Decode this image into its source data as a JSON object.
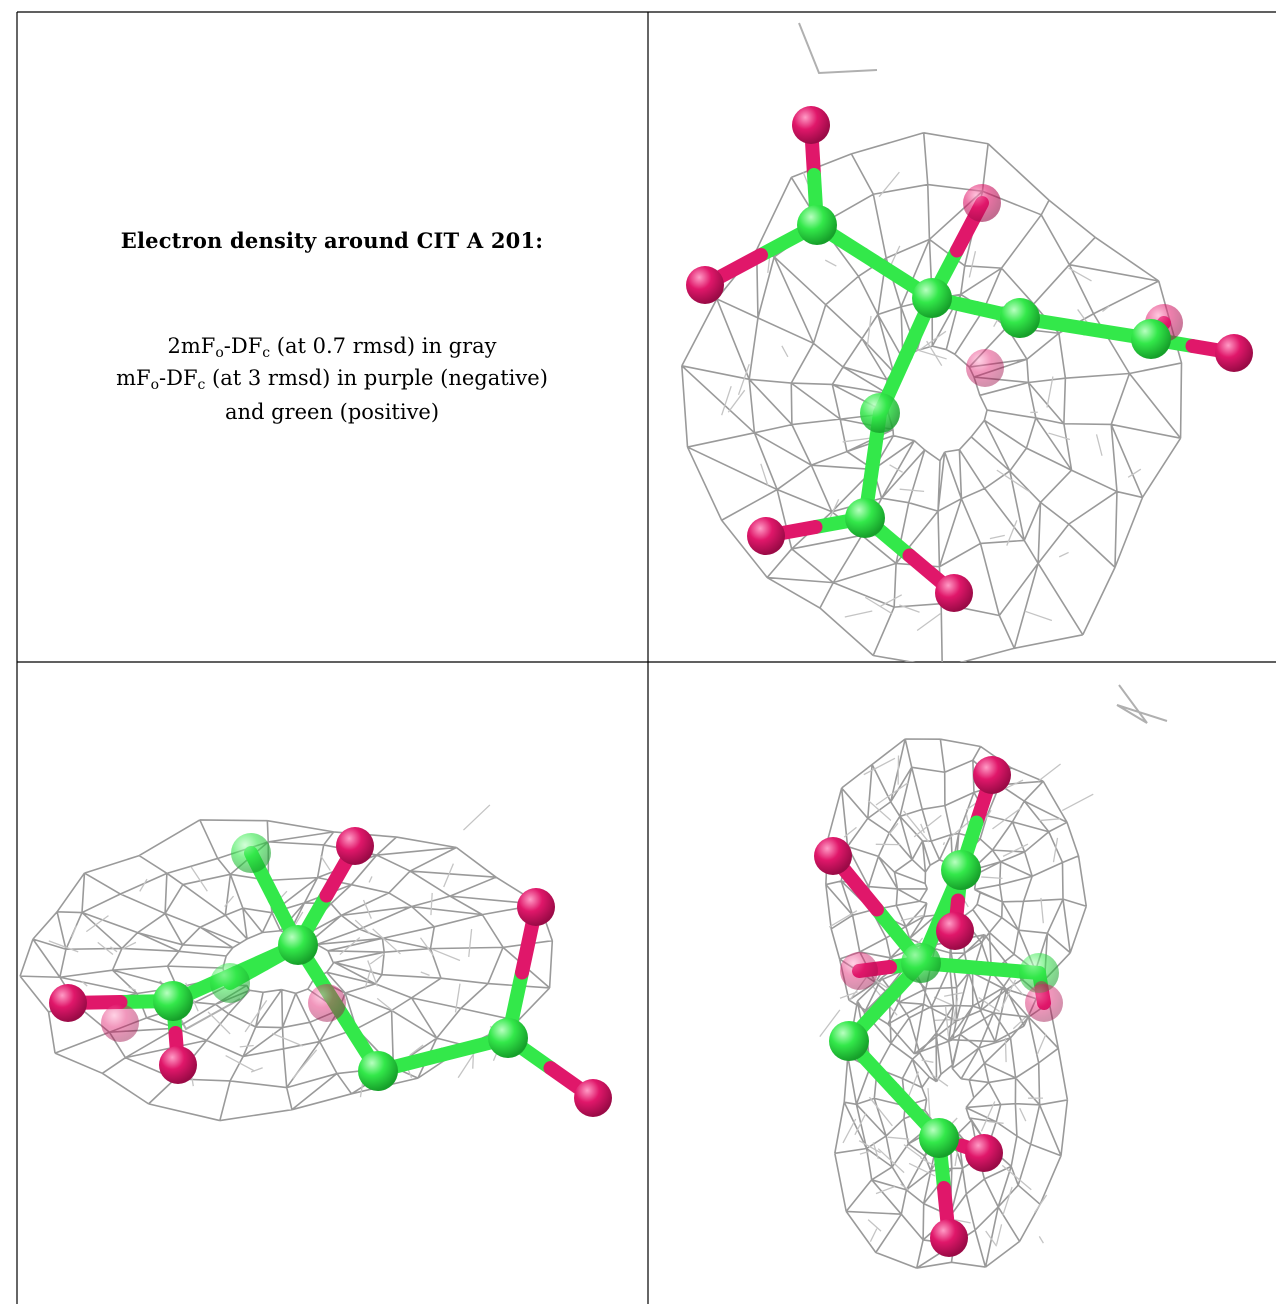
{
  "caption": {
    "title": "Electron density around CIT A 201:",
    "line1": {
      "a": "2mF",
      "b": "o",
      "c": "-DF",
      "d": "c",
      "e": " (at 0.7 rmsd) in gray"
    },
    "line2": {
      "a": "mF",
      "b": "o",
      "c": "-DF",
      "d": "c",
      "e": " (at 3 rmsd) in purple (negative)"
    },
    "line3": "and green (positive)"
  },
  "colors": {
    "carbon": "#33e84a",
    "oxygen": "#e0176a",
    "mesh": "#9a9a9a",
    "border": "#000000"
  },
  "views": [
    {
      "id": "view-top-right"
    },
    {
      "id": "view-bottom-left"
    },
    {
      "id": "view-bottom-right"
    }
  ]
}
